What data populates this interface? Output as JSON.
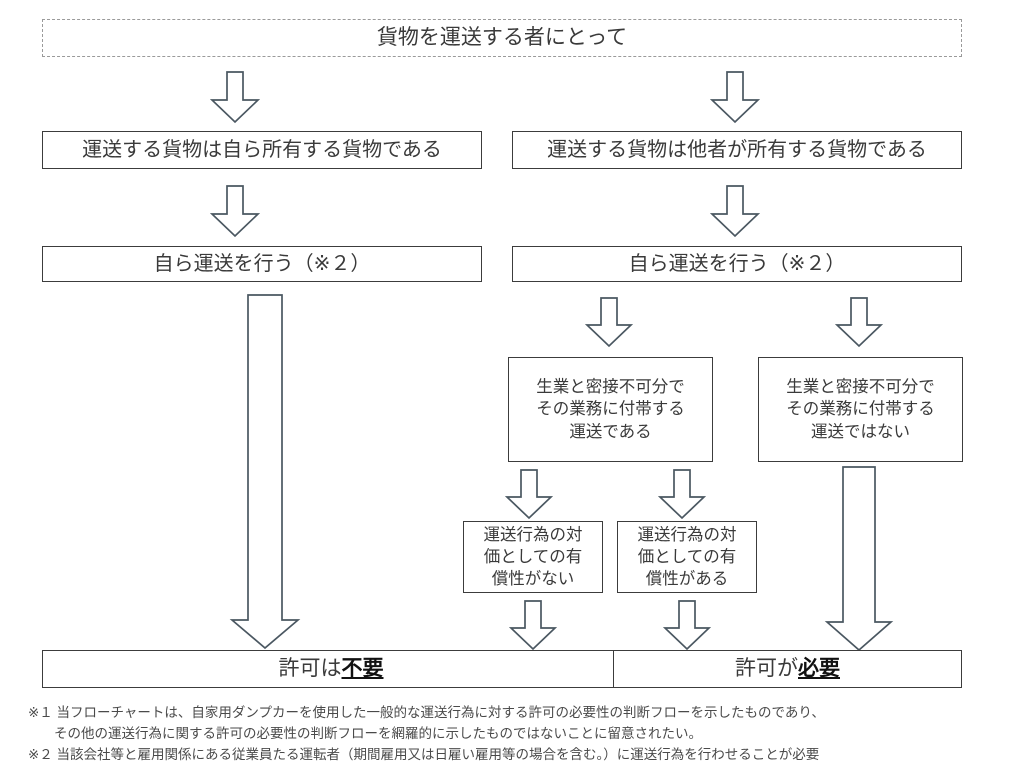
{
  "diagram": {
    "title_box": {
      "label": "貨物を運送する者にとって",
      "style": "dashed"
    },
    "branch_left": {
      "ownership": "運送する貨物は自ら所有する貨物である",
      "transport": "自ら運送を行う（※２）"
    },
    "branch_right": {
      "ownership": "運送する貨物は他者が所有する貨物である",
      "transport": "自ら運送を行う（※２）"
    },
    "conditions": [
      {
        "name": "incidental-yes",
        "label": "生業と密接不可分で\nその業務に付帯する\n運送である"
      },
      {
        "name": "incidental-no",
        "label": "生業と密接不可分で\nその業務に付帯する\n運送ではない"
      }
    ],
    "compensation": [
      {
        "name": "no-compensation",
        "label": "運送行為の対\n価としての有\n償性がない"
      },
      {
        "name": "has-compensation",
        "label": "運送行為の対\n価としての有\n償性がある"
      }
    ],
    "results": {
      "not_required": {
        "prefix": "許可は",
        "emphasis": "不要"
      },
      "required": {
        "prefix": "許可が",
        "emphasis": "必要"
      }
    },
    "colors": {
      "box_border": "#3c3c3c",
      "dashed_border": "#9a9a9a",
      "arrow_stroke": "#4a5761",
      "text": "#3a3a3a",
      "background": "#ffffff"
    }
  },
  "footnotes": [
    "※１ 当フローチャートは、自家用ダンプカーを使用した一般的な運送行為に対する許可の必要性の判断フローを示したものであり、",
    "その他の運送行為に関する許可の必要性の判断フローを網羅的に示したものではないことに留意されたい。",
    "※２ 当該会社等と雇用関係にある従業員たる運転者（期間雇用又は日雇い雇用等の場合を含む。）に運送行為を行わせることが必要"
  ]
}
